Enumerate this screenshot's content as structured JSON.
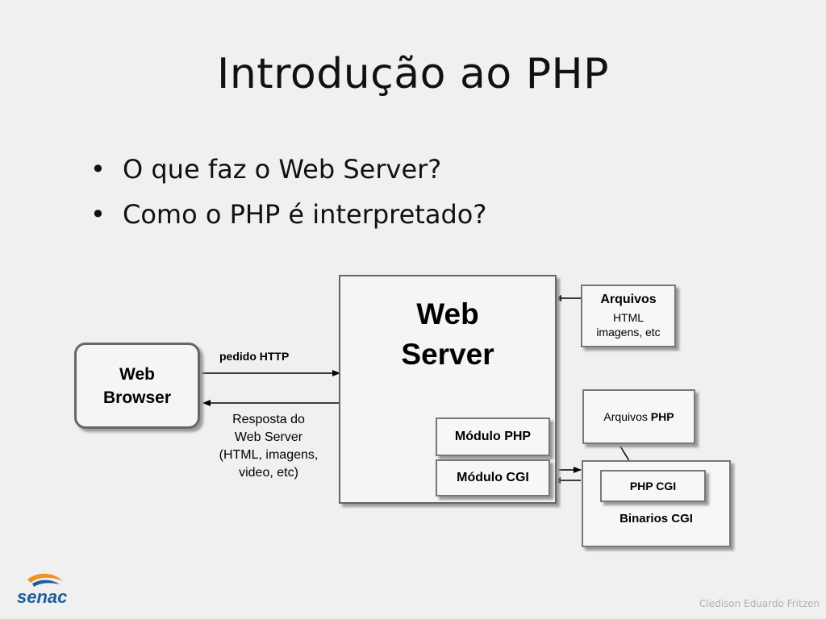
{
  "slide": {
    "title": "Introdução ao PHP",
    "bullets": [
      "O que faz o Web Server?",
      "Como o PHP é interpretado?"
    ],
    "footer": "Cledison Eduardo Fritzen"
  },
  "diagram": {
    "browser": {
      "line1": "Web",
      "line2": "Browser"
    },
    "server": {
      "line1": "Web",
      "line2": "Server"
    },
    "modulo_php": "Módulo PHP",
    "modulo_cgi": "Módulo CGI",
    "arquivos": {
      "title": "Arquivos",
      "line1": "HTML",
      "line2": "imagens, etc"
    },
    "arquivos_php": {
      "prefix": "Arquivos ",
      "bold": "PHP"
    },
    "php_cgi": "PHP CGI",
    "binarios_cgi": "Binarios CGI",
    "pedido": "pedido HTTP",
    "resposta": [
      "Resposta do",
      "Web Server",
      "(HTML, imagens,",
      "video, etc)"
    ]
  },
  "logo": {
    "text": "senac",
    "colors": {
      "main": "#1f5e9e",
      "accent": "#f0921e"
    }
  }
}
